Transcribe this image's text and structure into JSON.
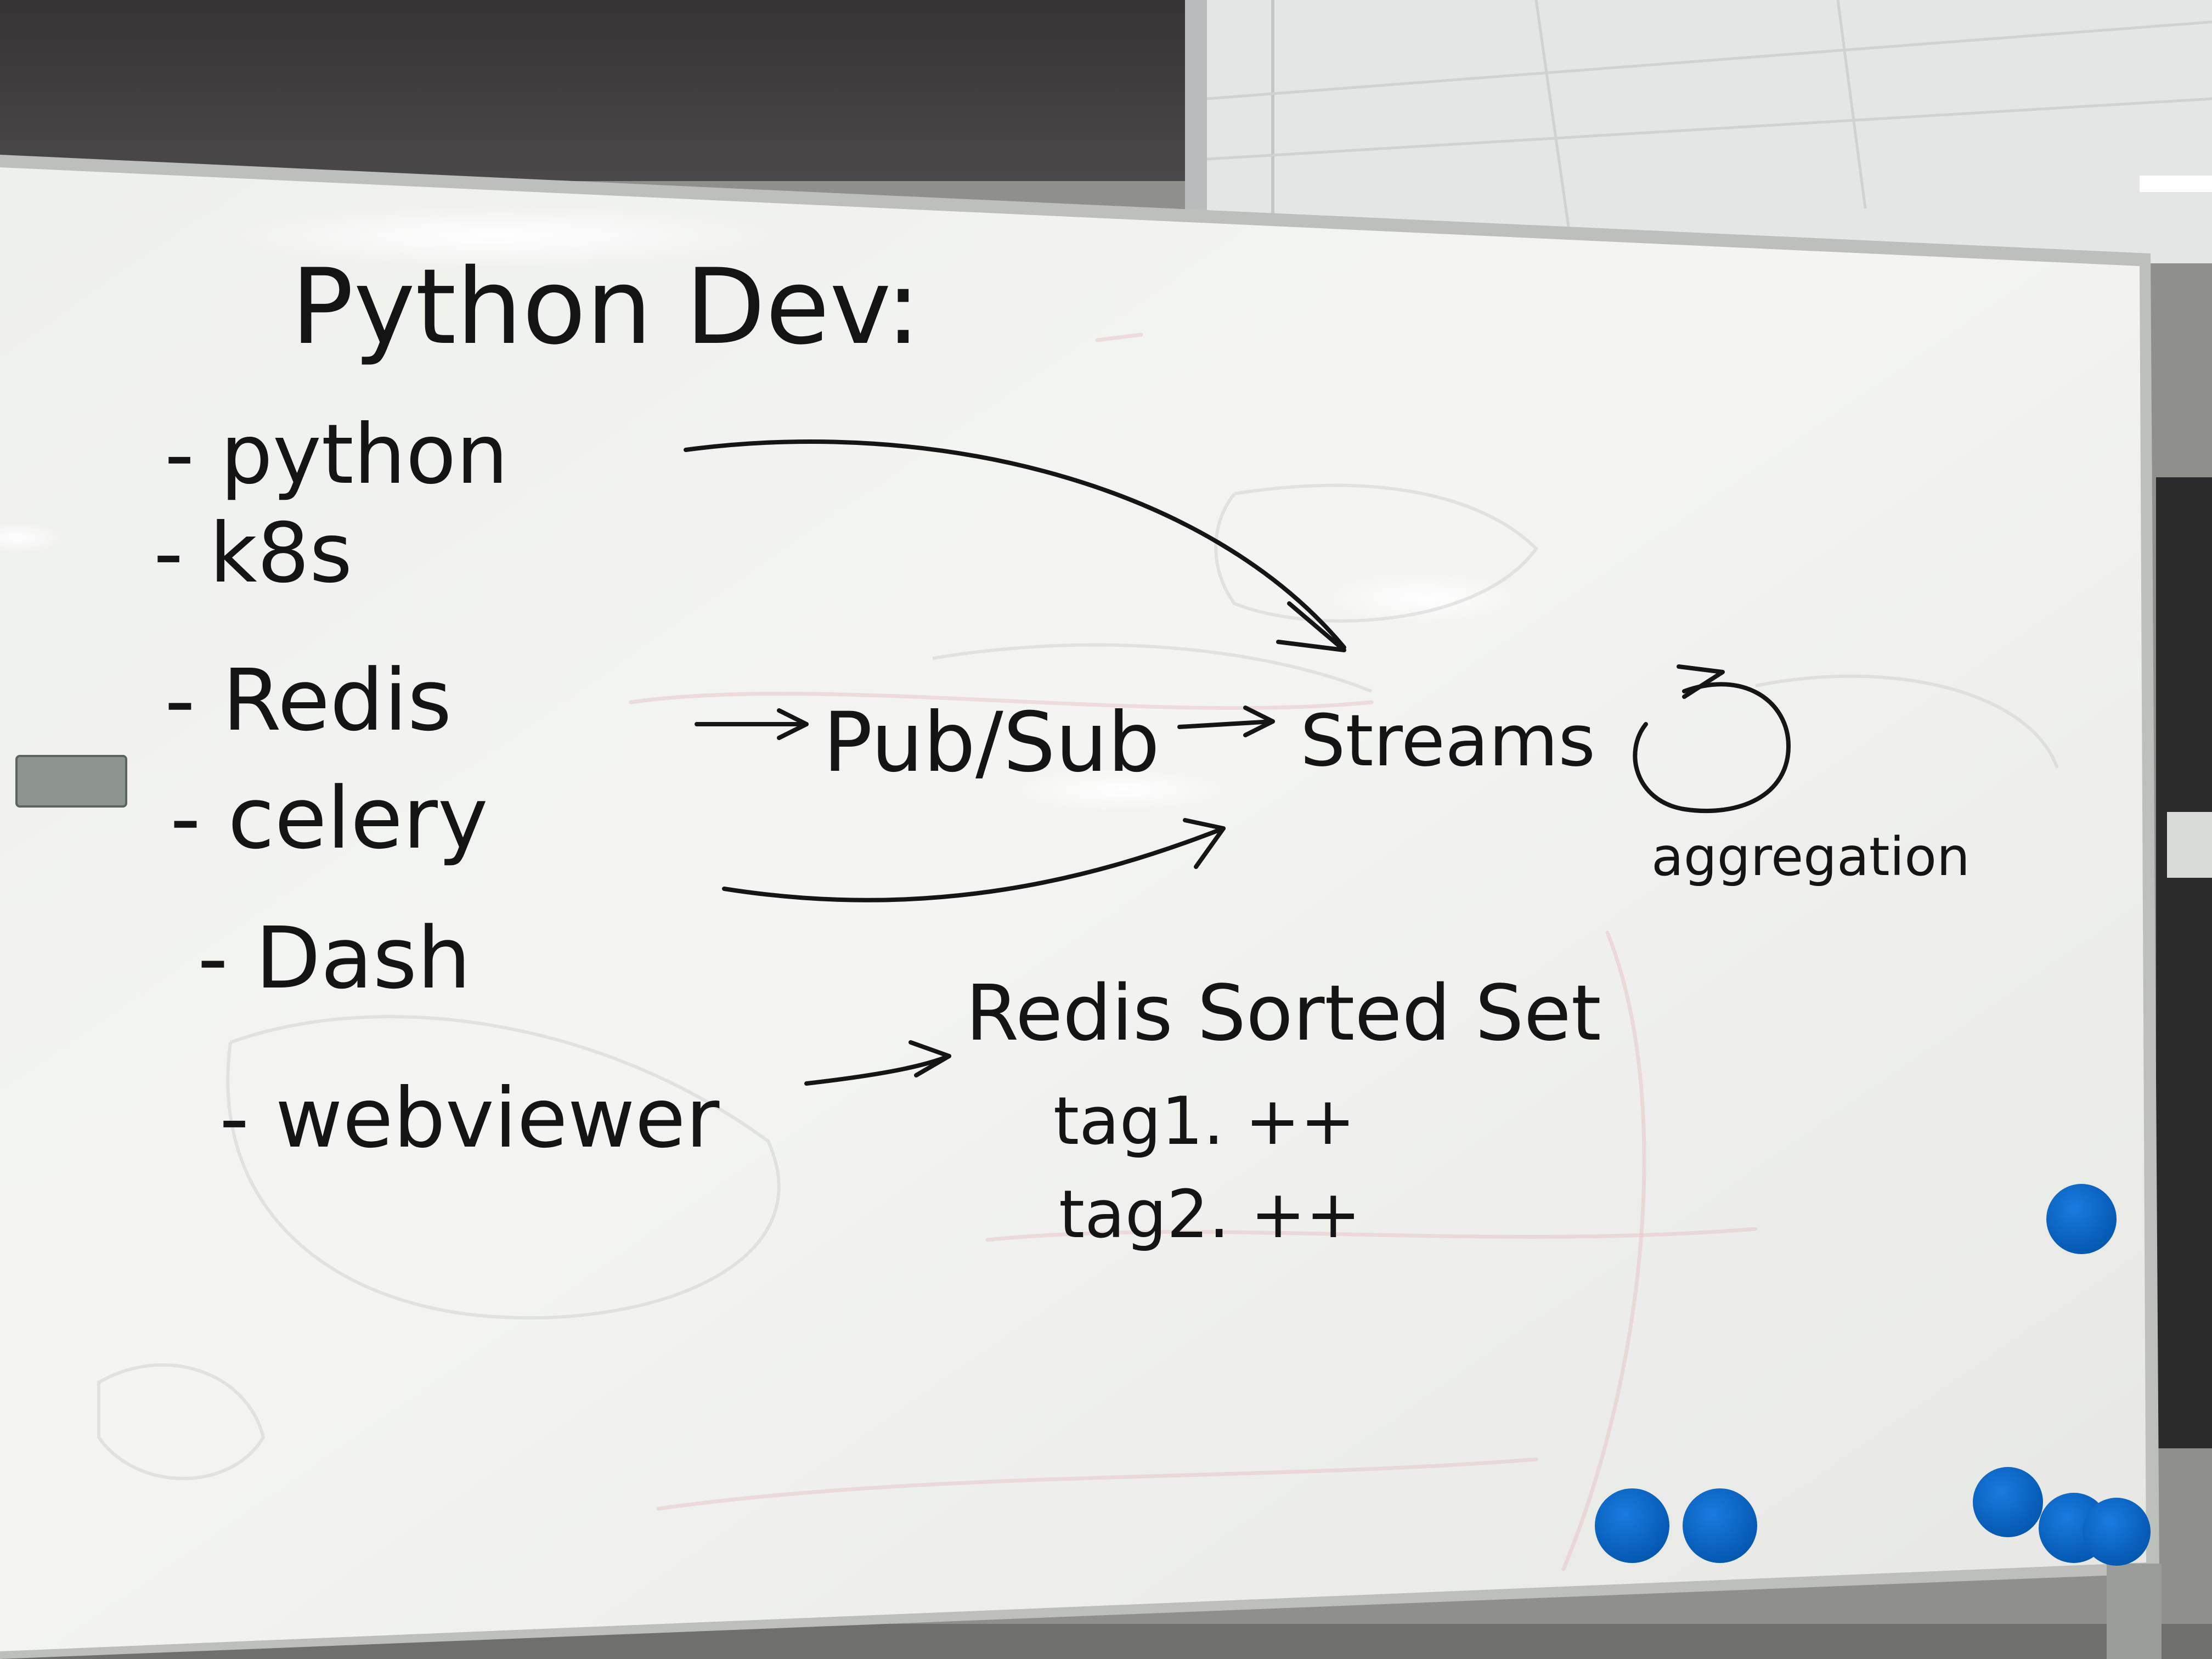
{
  "whiteboard": {
    "title": "Python Dev:",
    "list_items": [
      "- python",
      "- k8s",
      "- Redis",
      "- celery",
      "- Dash",
      "- webviewer"
    ],
    "pubsub_label": "Pub/Sub",
    "streams_label": "Streams",
    "aggregation_label": "aggregation",
    "sorted_set_label": "Redis Sorted Set",
    "tag1_label": "tag1. ++",
    "tag2_label": "tag2. ++"
  },
  "colors": {
    "board": "#f1f2ef",
    "frame": "#bdbfbc",
    "ink": "#151515",
    "magnet": "#0a64c2",
    "wall": "#3d3b3c",
    "ceiling": "#e8eaea"
  }
}
